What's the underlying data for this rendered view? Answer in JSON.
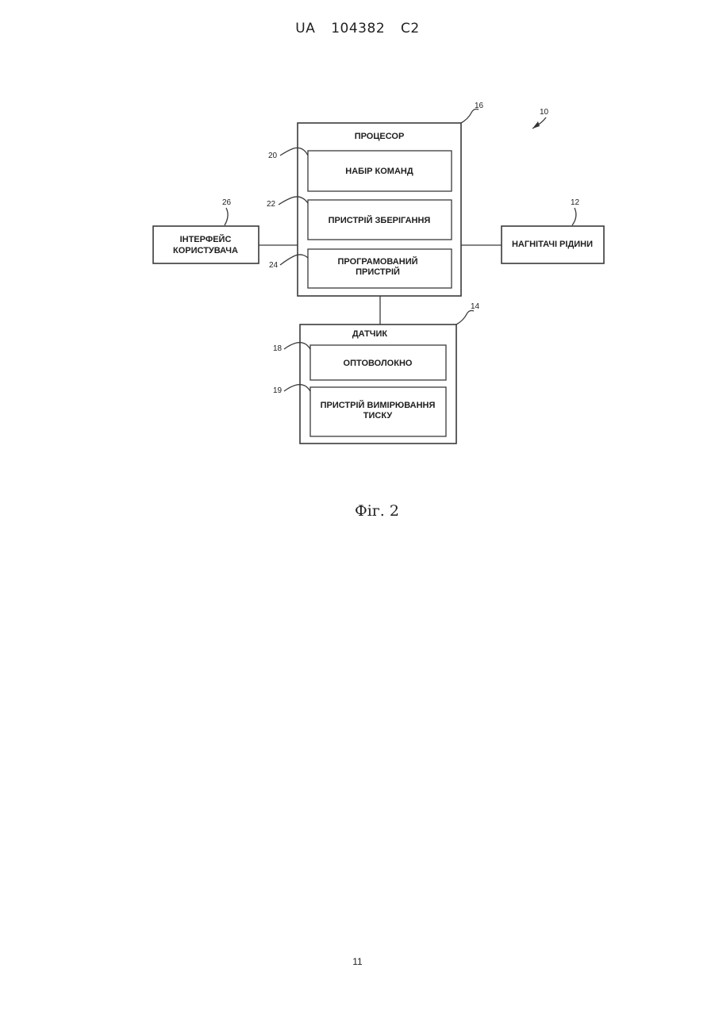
{
  "header": {
    "country": "UA",
    "patent_number": "104382",
    "kind": "C2"
  },
  "diagram": {
    "processor": {
      "ref": "16",
      "title": "ПРОЦЕСОР"
    },
    "instruction_set": {
      "ref": "20",
      "label": "НАБІР КОМАНД"
    },
    "storage_device": {
      "ref": "22",
      "label": "ПРИСТРІЙ ЗБЕРІГАННЯ"
    },
    "programmed_device": {
      "ref": "24",
      "line1": "ПРОГРАМОВАНИЙ",
      "line2": "ПРИСТРІЙ"
    },
    "user_interface": {
      "ref": "26",
      "line1": "ІНТЕРФЕЙС",
      "line2": "КОРИСТУВАЧА"
    },
    "fluid_pumps": {
      "ref": "12",
      "label": "НАГНІТАЧІ РІДИНИ"
    },
    "system_ref": "10",
    "sensor": {
      "ref": "14",
      "title": "ДАТЧИК"
    },
    "optical_fiber": {
      "ref": "18",
      "label": "ОПТОВОЛОКНО"
    },
    "pressure_device": {
      "ref": "19",
      "line1": "ПРИСТРІЙ ВИМІРЮВАННЯ",
      "line2": "ТИСКУ"
    }
  },
  "figure_caption": "Фіг. 2",
  "page_number": "11"
}
